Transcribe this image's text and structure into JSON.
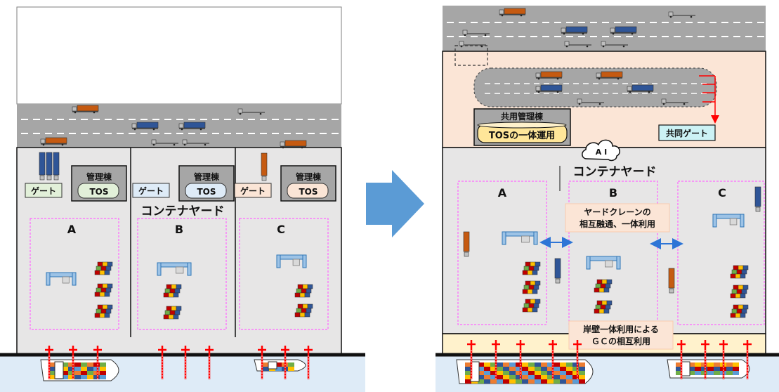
{
  "before": {
    "yard_title": "コンテナヤード",
    "terminals": [
      {
        "letter": "A",
        "gate": "ゲート",
        "building": "管理棟",
        "tos": "TOS",
        "gate_color": "#e2f0d9",
        "tos_color": "#e2f0d9"
      },
      {
        "letter": "B",
        "gate": "ゲート",
        "building": "管理棟",
        "tos": "TOS",
        "gate_color": "#deebf7",
        "tos_color": "#deebf7"
      },
      {
        "letter": "C",
        "gate": "ゲート",
        "building": "管理棟",
        "tos": "TOS",
        "gate_color": "#fbe5d6",
        "tos_color": "#fbe5d6"
      }
    ]
  },
  "after": {
    "yard_title": "コンテナヤード",
    "shared_building": "共用管理棟",
    "tos_unified": "TOSの一体運用",
    "shared_gate": "共同ゲート",
    "ai_label": "A I",
    "terminals": [
      "A",
      "B",
      "C"
    ],
    "crane_note": [
      "ヤードクレーンの",
      "相互融通、一体利用"
    ],
    "quay_note": [
      "岸壁一体利用による",
      "ＧＣの相互利用"
    ]
  },
  "colors": {
    "road": "#a6a6a6",
    "yard": "#e7e6e6",
    "after_admin_area": "#fbe5d6",
    "quay": "#fff2cc",
    "sea": "#deebf7",
    "arrow": "#5b9bd5",
    "note_bg": "#f8cbad",
    "dash_border": "#ff66ff",
    "gc_red": "#ff0000"
  },
  "icons": [
    "truck-icon",
    "gantry-crane-icon",
    "yard-crane-icon",
    "container-stack-icon",
    "ship-icon",
    "cloud-ai-icon",
    "big-arrow-icon"
  ]
}
